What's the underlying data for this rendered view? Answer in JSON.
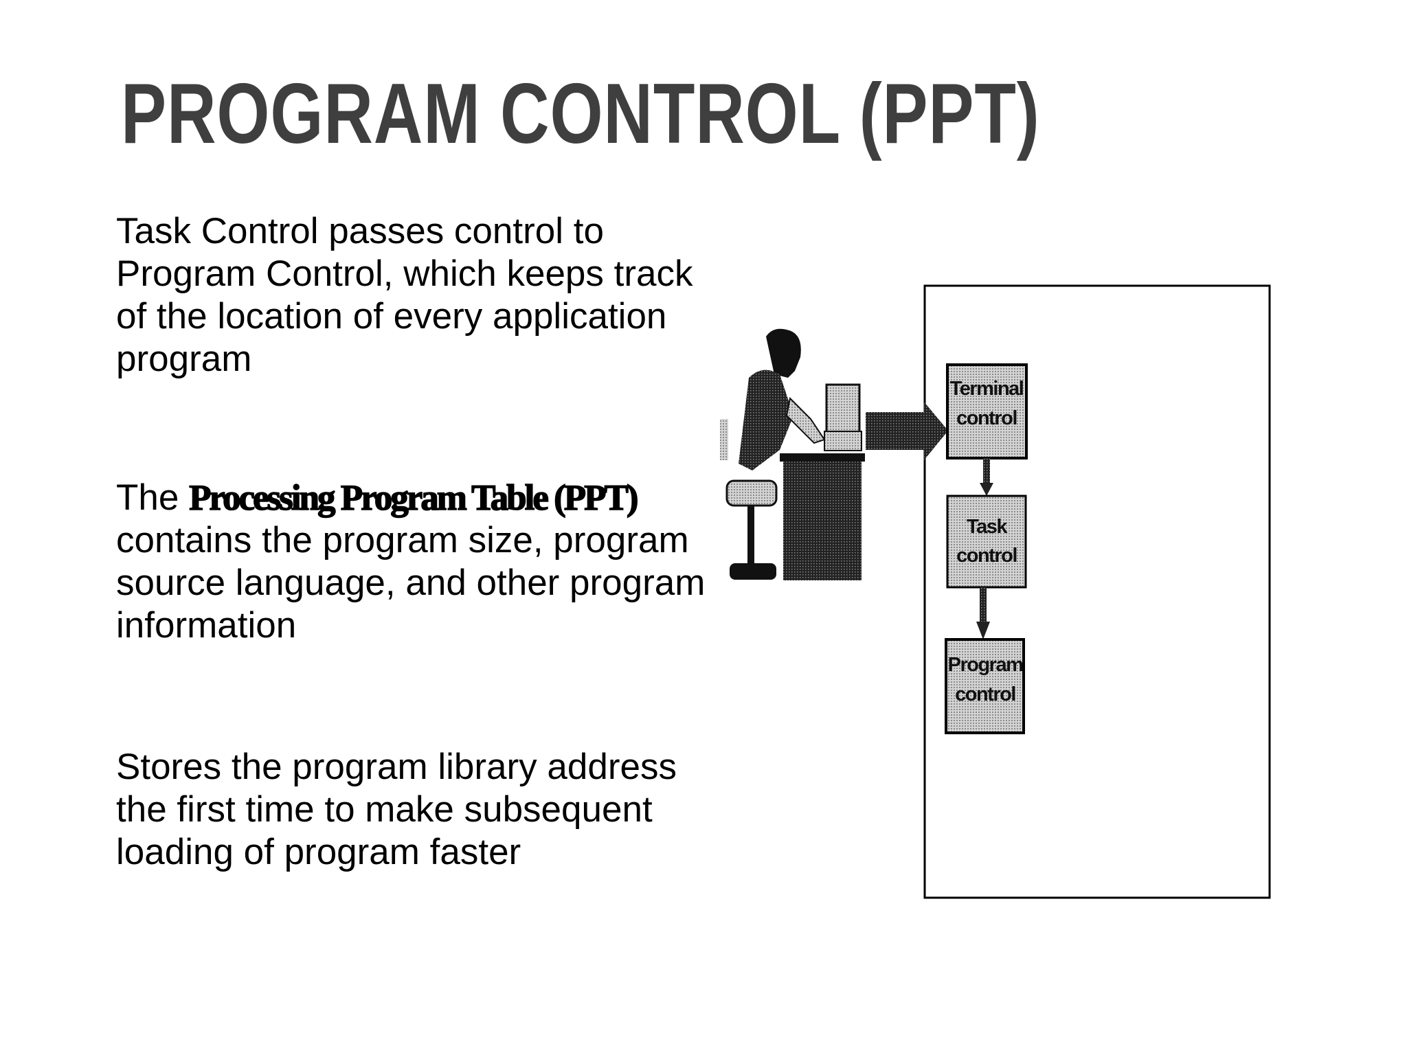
{
  "slide": {
    "title": "PROGRAM CONTROL (PPT)",
    "paragraphs": [
      {
        "text": "Task Control passes control to Program Control, which keeps track of the location of every application program"
      },
      {
        "prefix": "The ",
        "emphasis": "Processing Program Table (PPT)",
        "suffix": " contains the program size, program source language, and other program information"
      },
      {
        "text": "Stores the program library address the first time to make subsequent loading of program faster"
      }
    ]
  },
  "diagram": {
    "boxes": [
      {
        "line1": "Terminal",
        "line2": "control"
      },
      {
        "line1": "Task",
        "line2": "control"
      },
      {
        "line1": "Program",
        "line2": "control"
      }
    ],
    "colors": {
      "box_fill": "#c8c8c8",
      "figure": "#1a1a1a",
      "border": "#000000"
    }
  }
}
